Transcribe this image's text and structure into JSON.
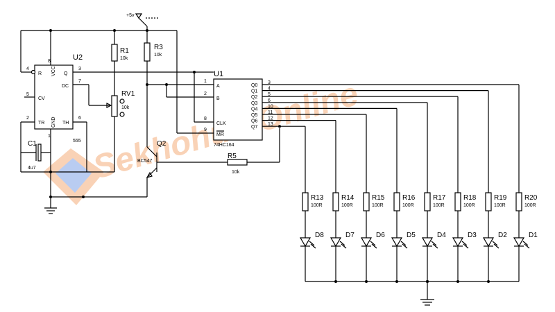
{
  "supply": {
    "label": "+5v"
  },
  "u2": {
    "ref": "U2",
    "part": "555",
    "pins": {
      "r": "R",
      "q": "Q",
      "dc": "DC",
      "cv": "CV",
      "tr": "TR",
      "th": "TH",
      "vcc": "VCC",
      "gnd": "GND"
    },
    "pin_numbers": {
      "r": "4",
      "q": "3",
      "dc": "7",
      "cv": "5",
      "tr": "2",
      "th": "6",
      "vcc": "8",
      "gnd": "1"
    }
  },
  "u1": {
    "ref": "U1",
    "part": "74HC164",
    "pins": {
      "a": "A",
      "b": "B",
      "clk": "CLK",
      "mr": "MR"
    },
    "pin_numbers": {
      "a": "1",
      "b": "2",
      "clk": "8",
      "mr": "9"
    },
    "outputs": [
      "Q0",
      "Q1",
      "Q2",
      "Q3",
      "Q4",
      "Q5",
      "Q6",
      "Q7"
    ],
    "output_pins": [
      "3",
      "4",
      "5",
      "6",
      "10",
      "11",
      "12",
      "13"
    ]
  },
  "components": {
    "r1": {
      "ref": "R1",
      "value": "10k"
    },
    "r3": {
      "ref": "R3",
      "value": "10k"
    },
    "rv1": {
      "ref": "RV1",
      "value": "10k"
    },
    "c1": {
      "ref": "C1",
      "value": "4u7"
    },
    "q2": {
      "ref": "Q2",
      "part": "BC547"
    },
    "r5": {
      "ref": "R5",
      "value": "10k"
    }
  },
  "led_resistors": [
    {
      "ref": "R13",
      "value": "100R"
    },
    {
      "ref": "R14",
      "value": "100R"
    },
    {
      "ref": "R15",
      "value": "100R"
    },
    {
      "ref": "R16",
      "value": "100R"
    },
    {
      "ref": "R17",
      "value": "100R"
    },
    {
      "ref": "R18",
      "value": "100R"
    },
    {
      "ref": "R19",
      "value": "100R"
    },
    {
      "ref": "R20",
      "value": "100R"
    }
  ],
  "leds": [
    "D8",
    "D7",
    "D6",
    "D5",
    "D4",
    "D3",
    "D2",
    "D1"
  ],
  "watermark": {
    "text": "Sekhohub.Online"
  }
}
